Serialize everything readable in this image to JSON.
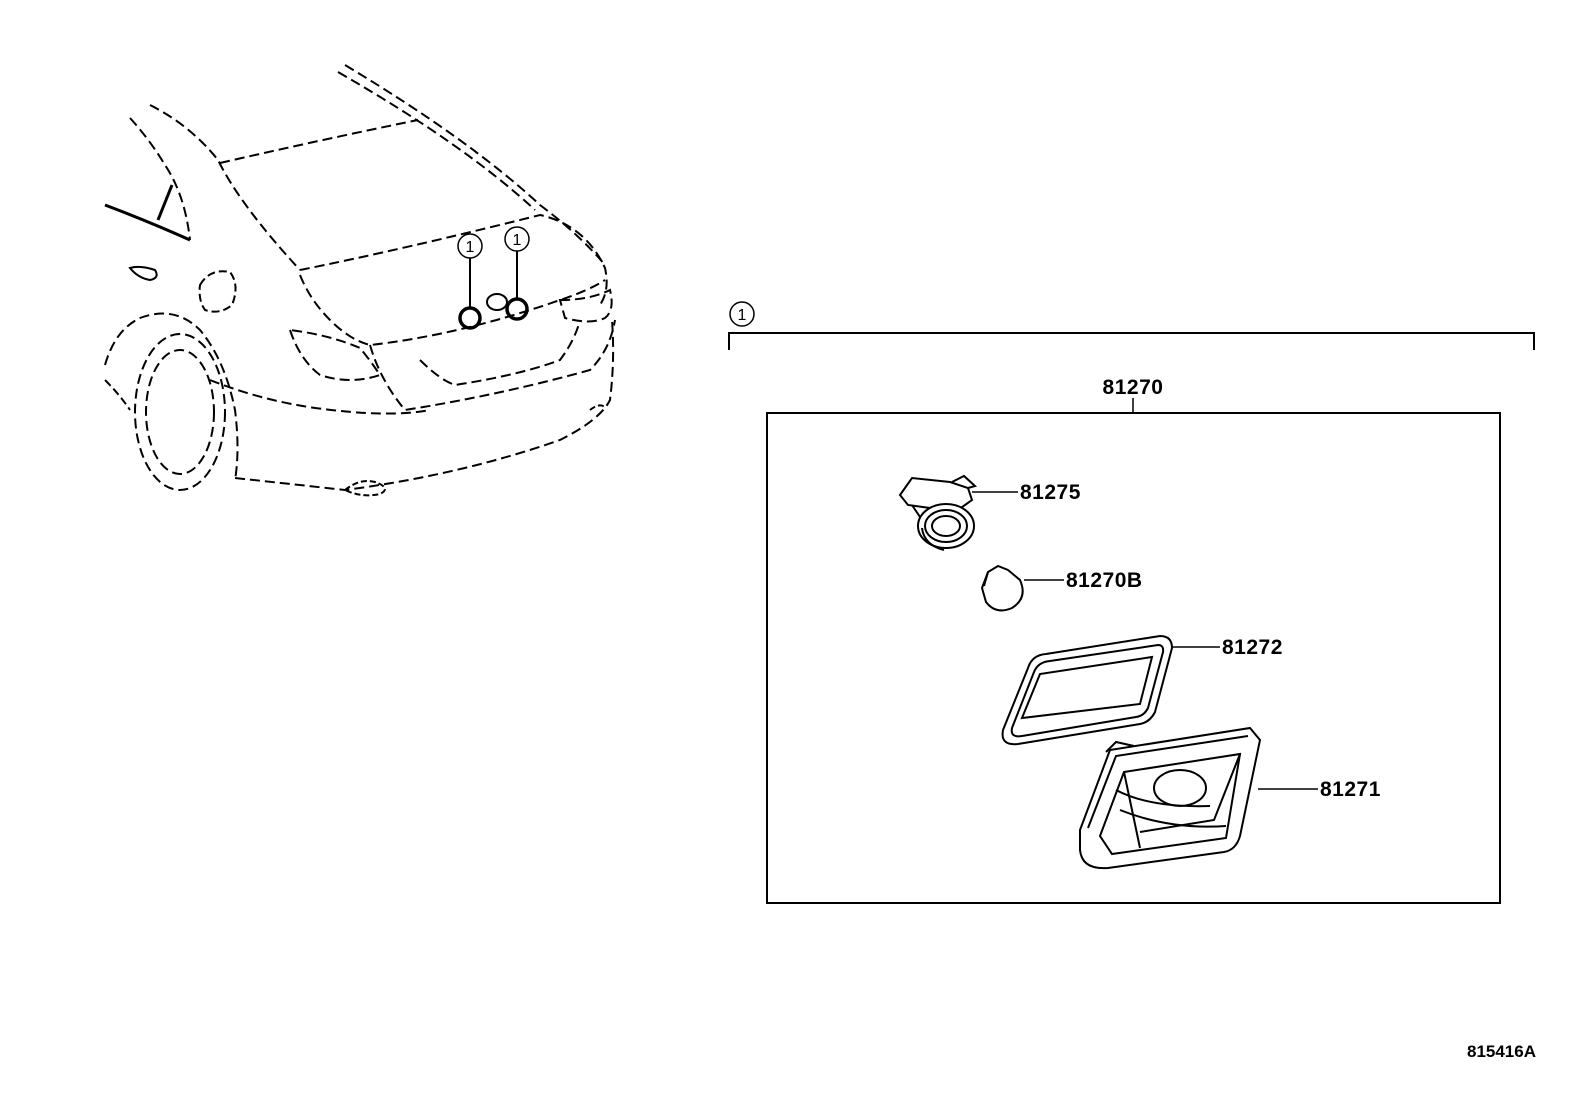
{
  "callout_marker": "1",
  "parts": {
    "assembly": "81270",
    "socket": "81275",
    "bulb": "81270B",
    "lens": "81272",
    "housing": "81271"
  },
  "illustration_code": "815416A",
  "colors": {
    "line": "#000000",
    "background": "#ffffff"
  }
}
